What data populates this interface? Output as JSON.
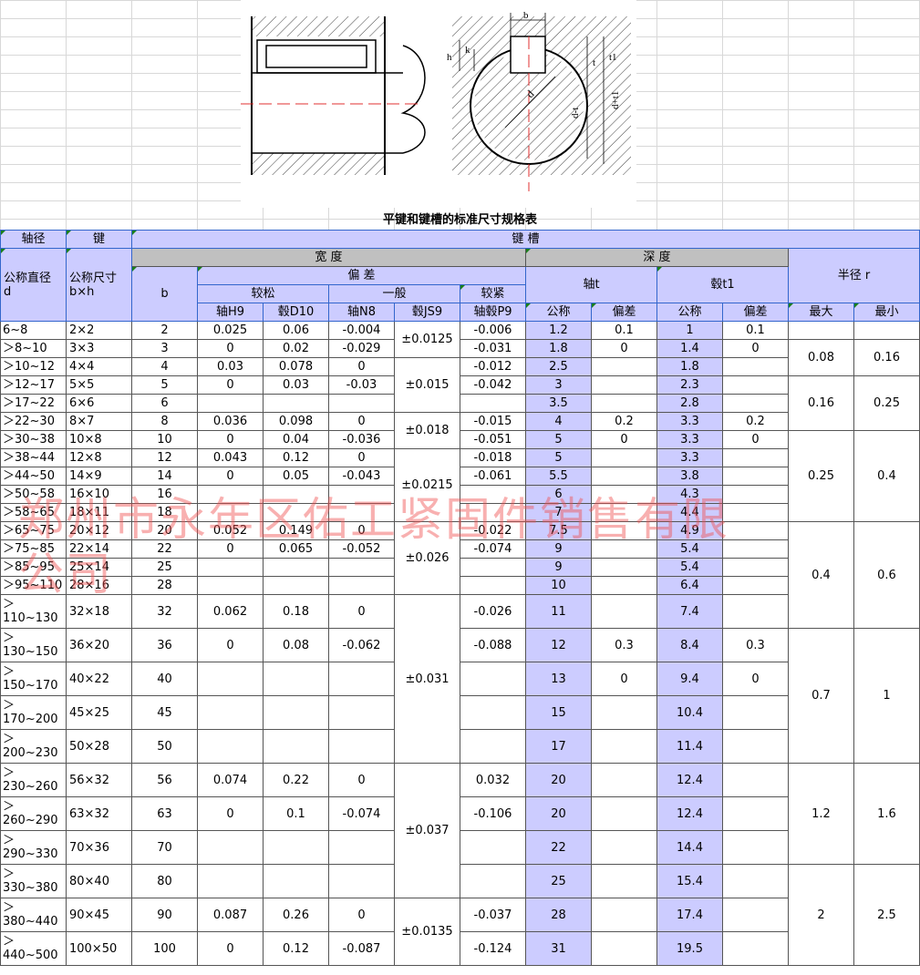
{
  "title": "平键和键槽的标准尺寸规格表",
  "diagram_labels": {
    "b": "b",
    "h": "h",
    "k": "k",
    "t": "t",
    "t1": "t1",
    "d": "d",
    "d_minus_t": "d-t",
    "d_plus_t1": "d+t1"
  },
  "headers": {
    "shaft_diameter": "轴径",
    "key": "键",
    "keyway": "键   槽",
    "width": "宽    度",
    "depth": "深    度",
    "nominal_diameter": "公称直径\nd",
    "nominal_size": "公称尺寸\nb×h",
    "b": "b",
    "deviation": "偏    差",
    "shaft_t": "轴t",
    "hub_t1": "毂t1",
    "radius": "半径 r",
    "loose": "较松",
    "normal": "一般",
    "tight": "较紧",
    "shaft_h9": "轴H9",
    "hub_d10": "毂D10",
    "shaft_n8": "轴N8",
    "hub_js9": "毂JS9",
    "shaft_hub_p9": "轴毂P9",
    "nominal": "公称",
    "dev": "偏差",
    "nominal2": "公称",
    "dev2": "偏差",
    "max": "最大",
    "min": "最小"
  },
  "rows": [
    {
      "d": "6~8",
      "bh": "2×2",
      "b": "2",
      "h9": "0.025",
      "d10": "0.06",
      "n8": "-0.004",
      "p9": "-0.006",
      "t": "1.2",
      "tdev": "0.1",
      "t1": "1",
      "t1dev": "0.1"
    },
    {
      "d": "＞8~10",
      "bh": "3×3",
      "b": "3",
      "h9": "0",
      "d10": "0.02",
      "n8": "-0.029",
      "p9": "-0.031",
      "t": "1.8",
      "tdev": "0",
      "t1": "1.4",
      "t1dev": "0"
    },
    {
      "d": "＞10~12",
      "bh": "4×4",
      "b": "4",
      "h9": "0.03",
      "d10": "0.078",
      "n8": "0",
      "p9": "-0.012",
      "t": "2.5",
      "t1": "1.8"
    },
    {
      "d": "＞12~17",
      "bh": "5×5",
      "b": "5",
      "h9": "0",
      "d10": "0.03",
      "n8": "-0.03",
      "p9": "-0.042",
      "t": "3",
      "t1": "2.3"
    },
    {
      "d": "＞17~22",
      "bh": "6×6",
      "b": "6",
      "t": "3.5",
      "t1": "2.8"
    },
    {
      "d": "＞22~30",
      "bh": "8×7",
      "b": "8",
      "h9": "0.036",
      "d10": "0.098",
      "n8": "0",
      "p9": "-0.015",
      "t": "4",
      "tdev": "0.2",
      "t1": "3.3",
      "t1dev": "0.2"
    },
    {
      "d": "＞30~38",
      "bh": "10×8",
      "b": "10",
      "h9": "0",
      "d10": "0.04",
      "n8": "-0.036",
      "p9": "-0.051",
      "t": "5",
      "tdev": "0",
      "t1": "3.3",
      "t1dev": "0"
    },
    {
      "d": "＞38~44",
      "bh": "12×8",
      "b": "12",
      "h9": "0.043",
      "d10": "0.12",
      "n8": "0",
      "p9": "-0.018",
      "t": "5",
      "t1": "3.3"
    },
    {
      "d": "＞44~50",
      "bh": "14×9",
      "b": "14",
      "h9": "0",
      "d10": "0.05",
      "n8": "-0.043",
      "p9": "-0.061",
      "t": "5.5",
      "t1": "3.8"
    },
    {
      "d": "＞50~58",
      "bh": "16×10",
      "b": "16",
      "t": "6",
      "t1": "4.3"
    },
    {
      "d": "＞58~65",
      "bh": "18×11",
      "b": "18",
      "t": "7",
      "t1": "4.4"
    },
    {
      "d": "＞65~75",
      "bh": "20×12",
      "b": "20",
      "h9": "0.052",
      "d10": "0.149",
      "n8": "0",
      "p9": "-0.022",
      "t": "7.5",
      "t1": "4.9"
    },
    {
      "d": "＞75~85",
      "bh": "22×14",
      "b": "22",
      "h9": "0",
      "d10": "0.065",
      "n8": "-0.052",
      "p9": "-0.074",
      "t": "9",
      "t1": "5.4"
    },
    {
      "d": "＞85~95",
      "bh": "25×14",
      "b": "25",
      "t": "9",
      "t1": "5.4"
    },
    {
      "d": "＞95~110",
      "bh": "28×16",
      "b": "28",
      "t": "10",
      "t1": "6.4"
    },
    {
      "d": "＞\n110~130",
      "bh": "32×18",
      "b": "32",
      "h9": "0.062",
      "d10": "0.18",
      "n8": "0",
      "p9": "-0.026",
      "t": "11",
      "t1": "7.4"
    },
    {
      "d": "＞\n130~150",
      "bh": "36×20",
      "b": "36",
      "h9": "0",
      "d10": "0.08",
      "n8": "-0.062",
      "p9": "-0.088",
      "t": "12",
      "tdev": "0.3",
      "t1": "8.4",
      "t1dev": "0.3"
    },
    {
      "d": "＞\n150~170",
      "bh": "40×22",
      "b": "40",
      "t": "13",
      "tdev": "0",
      "t1": "9.4",
      "t1dev": "0"
    },
    {
      "d": "＞\n170~200",
      "bh": "45×25",
      "b": "45",
      "t": "15",
      "t1": "10.4"
    },
    {
      "d": "＞\n200~230",
      "bh": "50×28",
      "b": "50",
      "t": "17",
      "t1": "11.4"
    },
    {
      "d": "＞\n230~260",
      "bh": "56×32",
      "b": "56",
      "h9": "0.074",
      "d10": "0.22",
      "n8": "0",
      "p9": "0.032",
      "t": "20",
      "t1": "12.4"
    },
    {
      "d": "＞\n260~290",
      "bh": "63×32",
      "b": "63",
      "h9": "0",
      "d10": "0.1",
      "n8": "-0.074",
      "p9": "-0.106",
      "t": "20",
      "t1": "12.4"
    },
    {
      "d": "＞\n290~330",
      "bh": "70×36",
      "b": "70",
      "t": "22",
      "t1": "14.4"
    },
    {
      "d": "＞\n330~380",
      "bh": "80×40",
      "b": "80",
      "t": "25",
      "t1": "15.4"
    },
    {
      "d": "＞\n380~440",
      "bh": "90×45",
      "b": "90",
      "h9": "0.087",
      "d10": "0.26",
      "n8": "0",
      "p9": "-0.037",
      "t": "28",
      "t1": "17.4"
    },
    {
      "d": "＞\n440~500",
      "bh": "100×50",
      "b": "100",
      "h9": "0",
      "d10": "0.12",
      "n8": "-0.087",
      "p9": "-0.124",
      "t": "31",
      "t1": "19.5"
    }
  ],
  "js9": [
    "±0.0125",
    "±0.015",
    "±0.018",
    "±0.0215",
    "±0.026",
    "±0.031",
    "±0.037",
    "±0.0135"
  ],
  "radius": [
    {
      "max": "0.08",
      "min": "0.16"
    },
    {
      "max": "0.16",
      "min": "0.25"
    },
    {
      "max": "0.25",
      "min": "0.4"
    },
    {
      "max": "0.4",
      "min": "0.6"
    },
    {
      "max": "0.7",
      "min": "1"
    },
    {
      "max": "1.2",
      "min": "1.6"
    },
    {
      "max": "2",
      "min": "2.5"
    }
  ],
  "watermark": "郑州市永年区佑工紧固件销售有限\n公司"
}
